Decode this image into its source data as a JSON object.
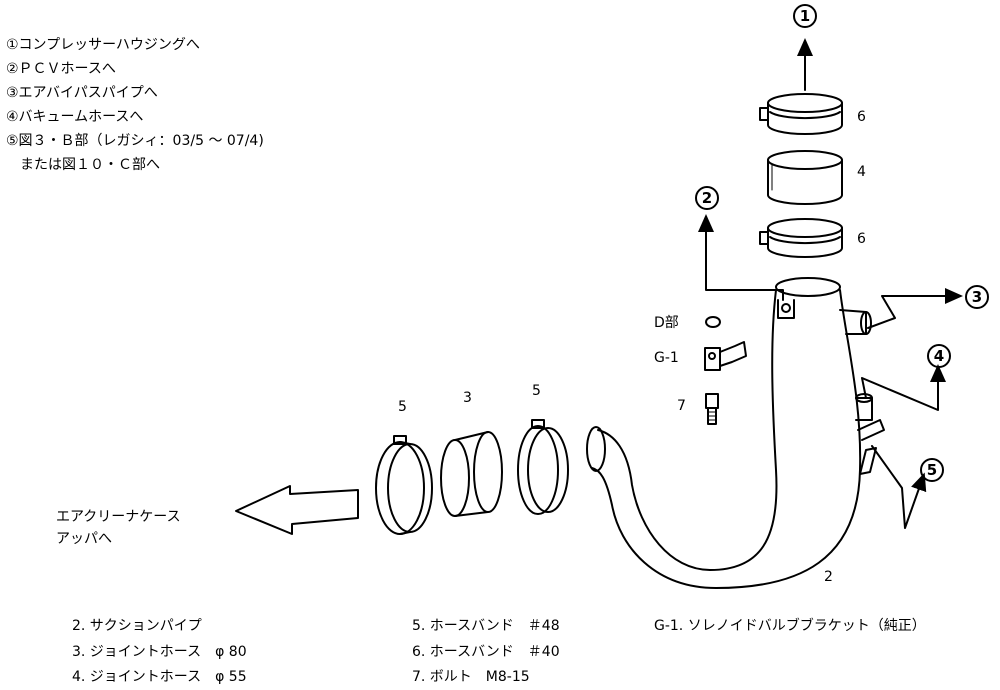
{
  "legend": [
    "①コンプレッサーハウジングへ",
    "②ＰＣＶホースへ",
    "③エアバイパスパイプへ",
    "④バキュームホースへ",
    "⑤図３・Ｂ部（レガシィ：03/5 〜 07/4)",
    "　または図１０・Ｃ部へ"
  ],
  "callouts": {
    "c1": "1",
    "c2": "2",
    "c3": "3",
    "c4": "4",
    "c5": "5"
  },
  "numbers": {
    "n6_top": "6",
    "n4": "4",
    "n6_mid": "6",
    "n5_left": "5",
    "n3": "3",
    "n5_right": "5",
    "n2": "2",
    "n7": "7"
  },
  "labels": {
    "d_part": "D部",
    "g1": "G-1",
    "air_cleaner_1": "エアクリーナケース",
    "air_cleaner_2": "アッパへ"
  },
  "parts": [
    "2. サクションパイプ",
    "3. ジョイントホース　φ 80",
    "4. ジョイントホース　φ 55",
    "5. ホースバンド　＃48",
    "6. ホースバンド　＃40",
    "7. ボルト　M8-15",
    "G-1. ソレノイドバルブブラケット（純正）"
  ]
}
